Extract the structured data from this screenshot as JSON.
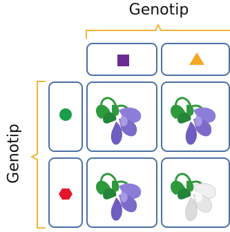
{
  "labels": {
    "top": "Genotip",
    "left": "Genotip"
  },
  "colors": {
    "bracket": "#f2b533",
    "box_border": "#4a6fa5",
    "square": "#6a2c91",
    "triangle": "#f5a623",
    "circle": "#1a9e4b",
    "hexagon": "#e3162c",
    "flower_purple": "#7d6bc9",
    "flower_white": "#e8e8e8",
    "stem_green": "#2e9a3c"
  },
  "column_headers": [
    "square-icon",
    "triangle-icon"
  ],
  "row_headers": [
    "circle-icon",
    "hexagon-icon"
  ],
  "cells": [
    {
      "row": 0,
      "col": 0,
      "flower": "purple"
    },
    {
      "row": 0,
      "col": 1,
      "flower": "purple"
    },
    {
      "row": 1,
      "col": 0,
      "flower": "purple"
    },
    {
      "row": 1,
      "col": 1,
      "flower": "white"
    }
  ]
}
